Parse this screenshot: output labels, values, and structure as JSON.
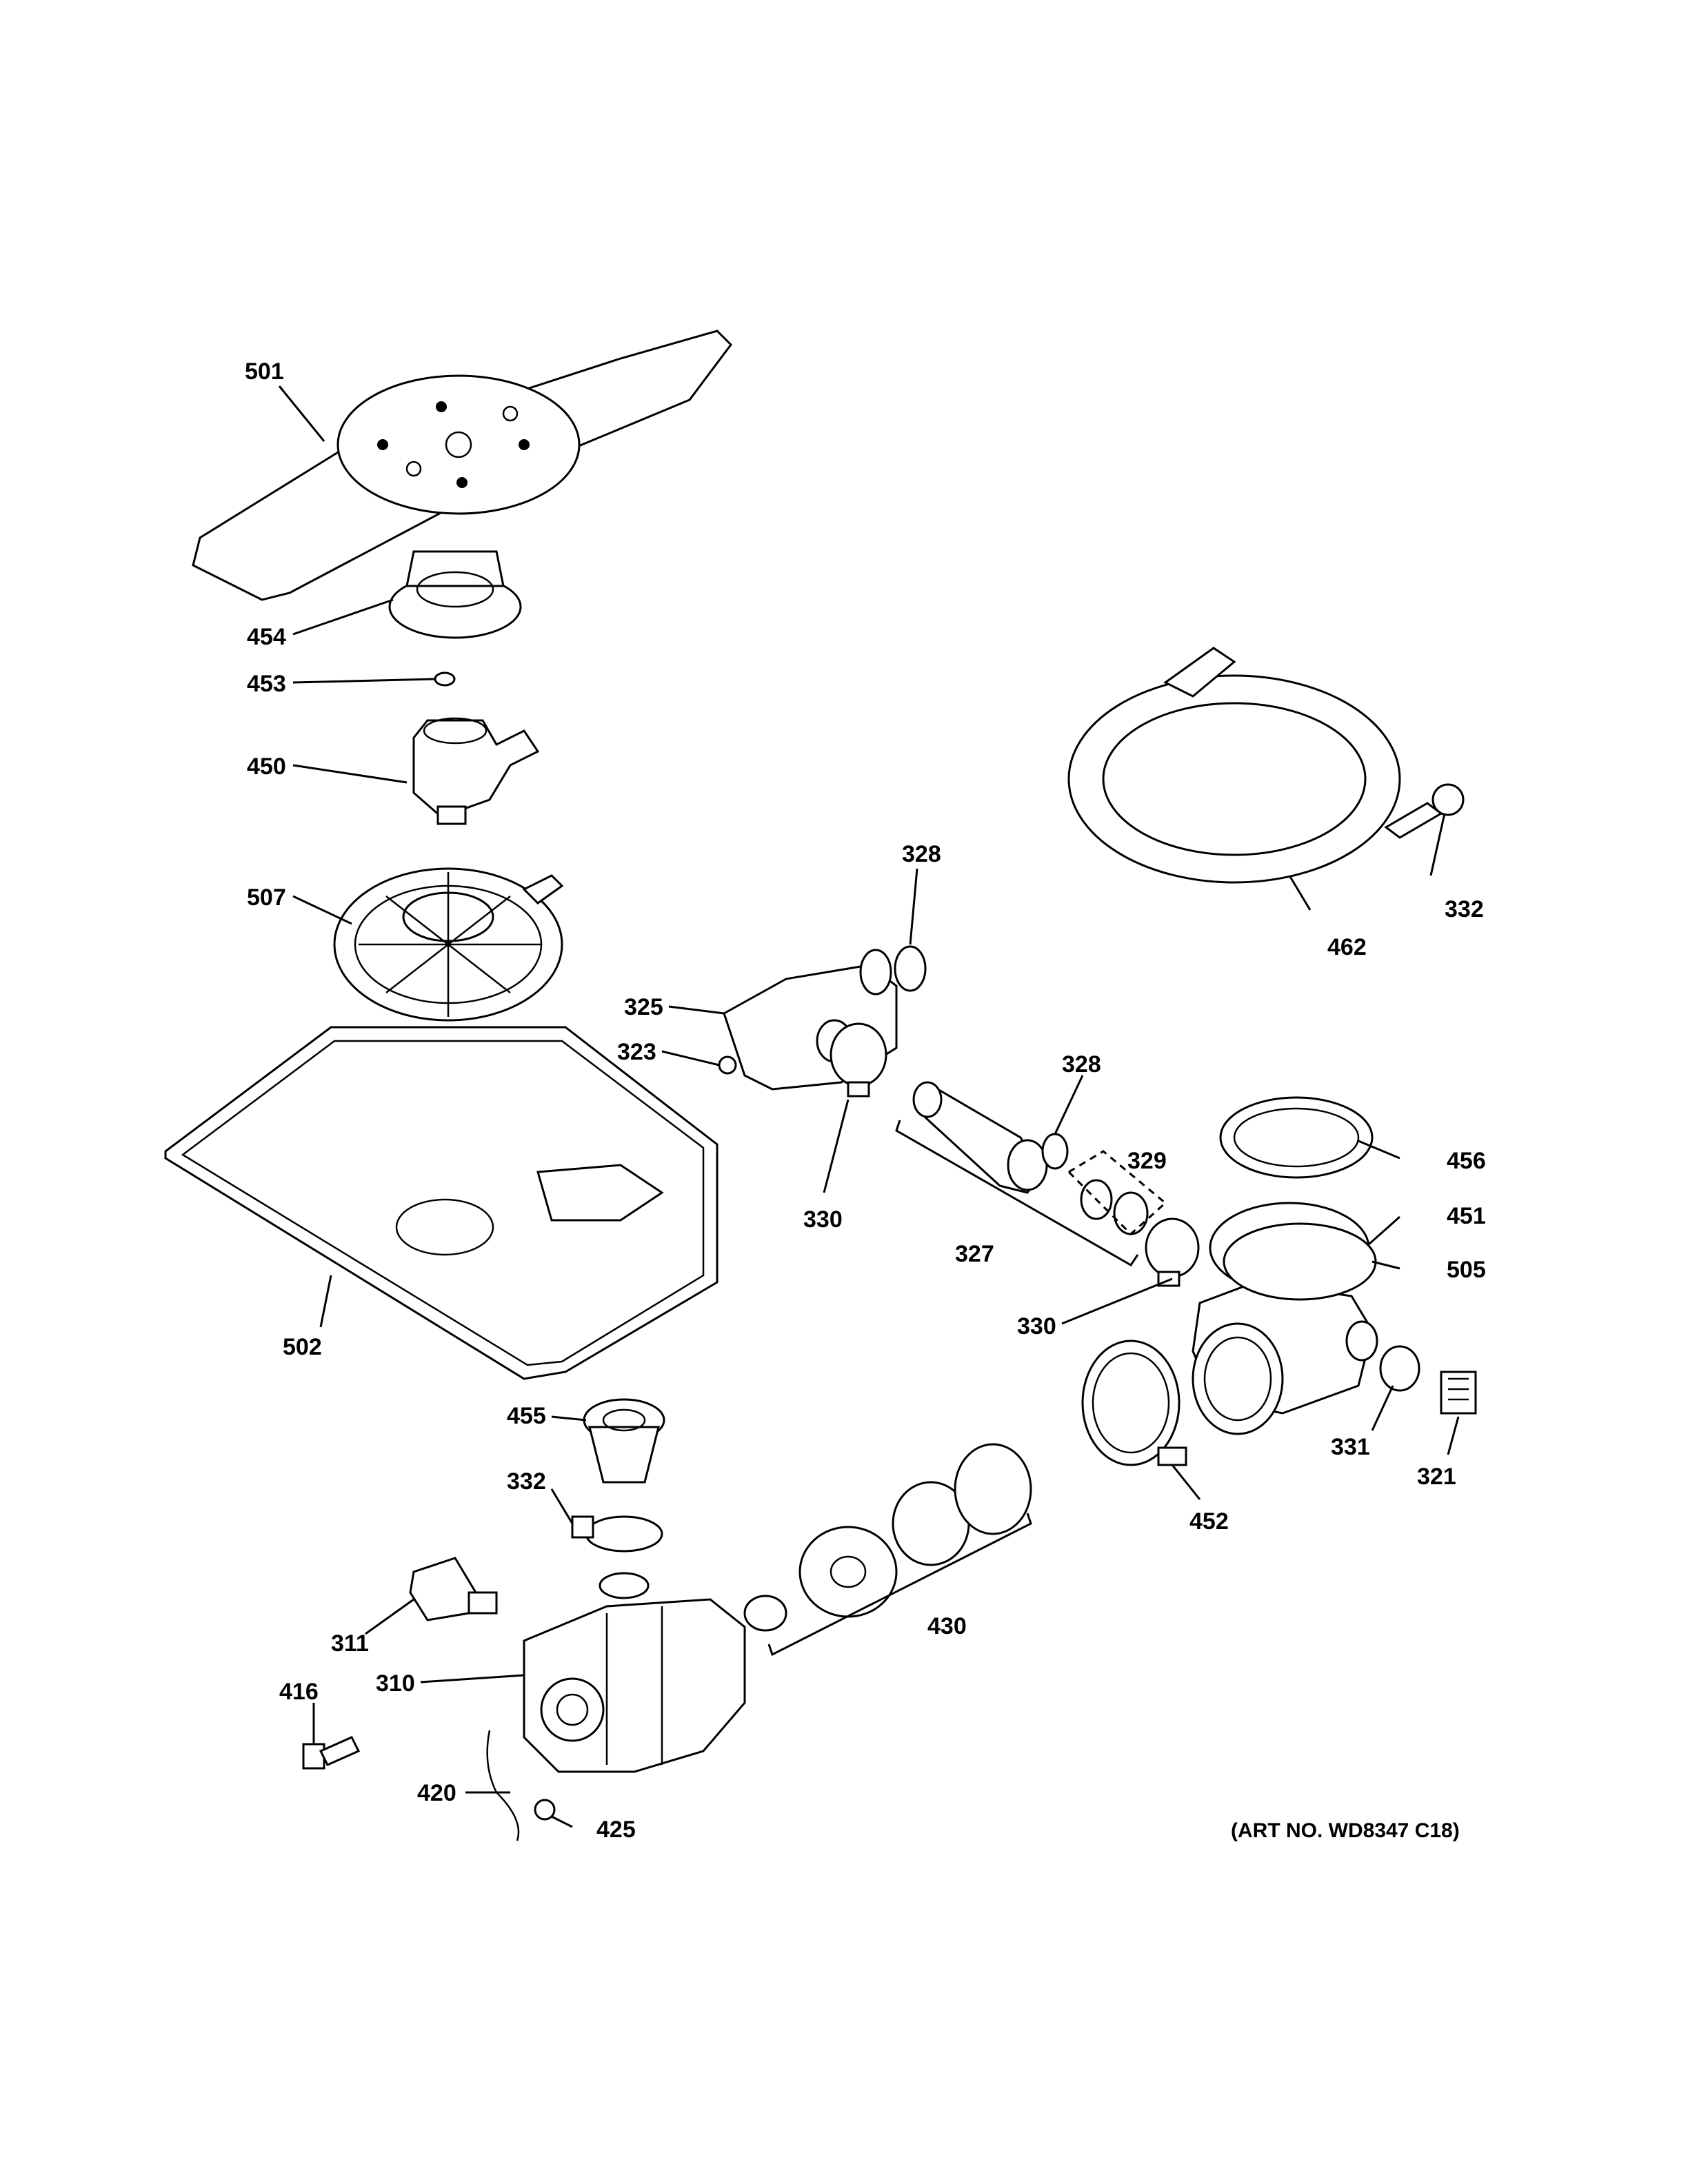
{
  "callouts": {
    "c501": "501",
    "c454": "454",
    "c453": "453",
    "c450": "450",
    "c507": "507",
    "c502": "502",
    "c455": "455",
    "c332a": "332",
    "c311": "311",
    "c310": "310",
    "c416": "416",
    "c420": "420",
    "c425": "425",
    "c430": "430",
    "c328a": "328",
    "c325": "325",
    "c323": "323",
    "c330a": "330",
    "c327": "327",
    "c328b": "328",
    "c329": "329",
    "c330b": "330",
    "c462": "462",
    "c332b": "332",
    "c456": "456",
    "c451": "451",
    "c505": "505",
    "c331": "331",
    "c321": "321",
    "c452": "452"
  },
  "art_number": "(ART NO. WD8347 C18)"
}
